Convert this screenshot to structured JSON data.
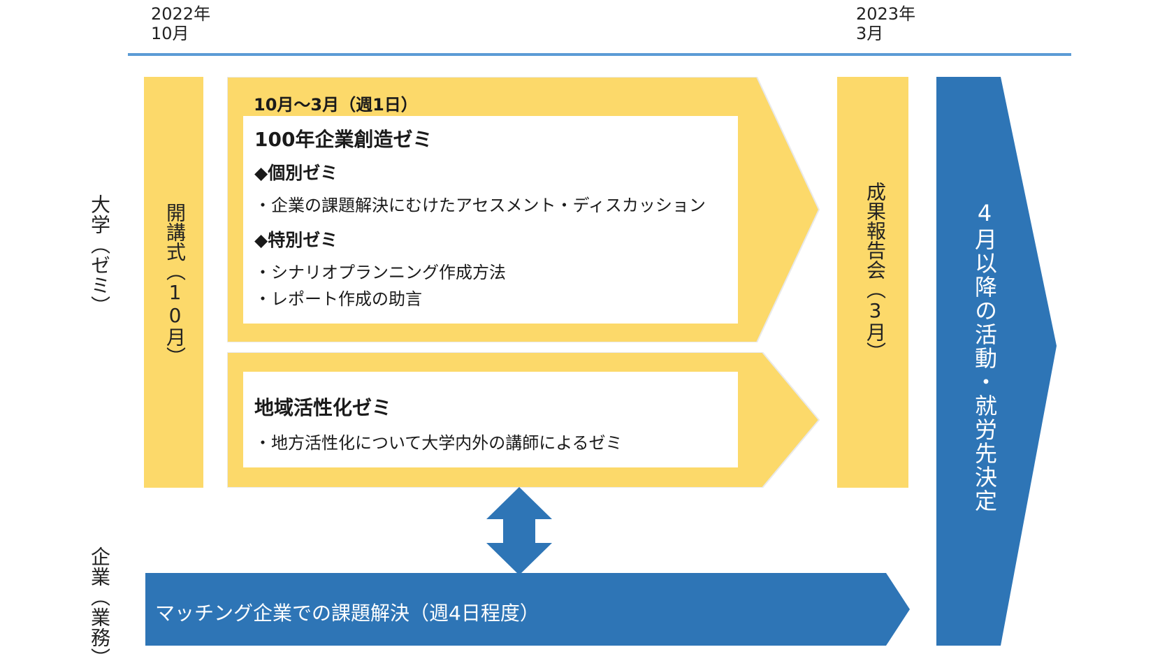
{
  "timeline": {
    "start": "2022年\n10月",
    "end": "2023年\n3月",
    "line_color": "#5b9bd5"
  },
  "side_labels": {
    "university": "大学（ゼミ）",
    "company": "企業（業務）"
  },
  "opening": {
    "label": "開講式（10月）"
  },
  "seminar_100": {
    "period": "10月～3月（週1日）",
    "title": "100年企業創造ゼミ",
    "section1_title": "◆個別ゼミ",
    "section1_items": [
      "・企業の課題解決にむけたアセスメント・ディスカッション"
    ],
    "section2_title": "◆特別ゼミ",
    "section2_items": [
      "・シナリオプランニング作成方法",
      "・レポート作成の助言"
    ]
  },
  "seminar_regional": {
    "title": "地域活性化ゼミ",
    "items": [
      "・地方活性化について大学内外の講師によるゼミ"
    ]
  },
  "report": {
    "label": "成果報告会（3月）"
  },
  "company_work": {
    "label": "マッチング企業での課題解決（週4日程度）"
  },
  "after": {
    "label": "4月以降の活動・就労先決定"
  },
  "colors": {
    "yellow": "#fcd96a",
    "blue": "#2e75b6",
    "light_blue": "#5b9bd5",
    "white": "#ffffff"
  },
  "icons": {
    "connector": "double-arrow-vertical-icon"
  }
}
